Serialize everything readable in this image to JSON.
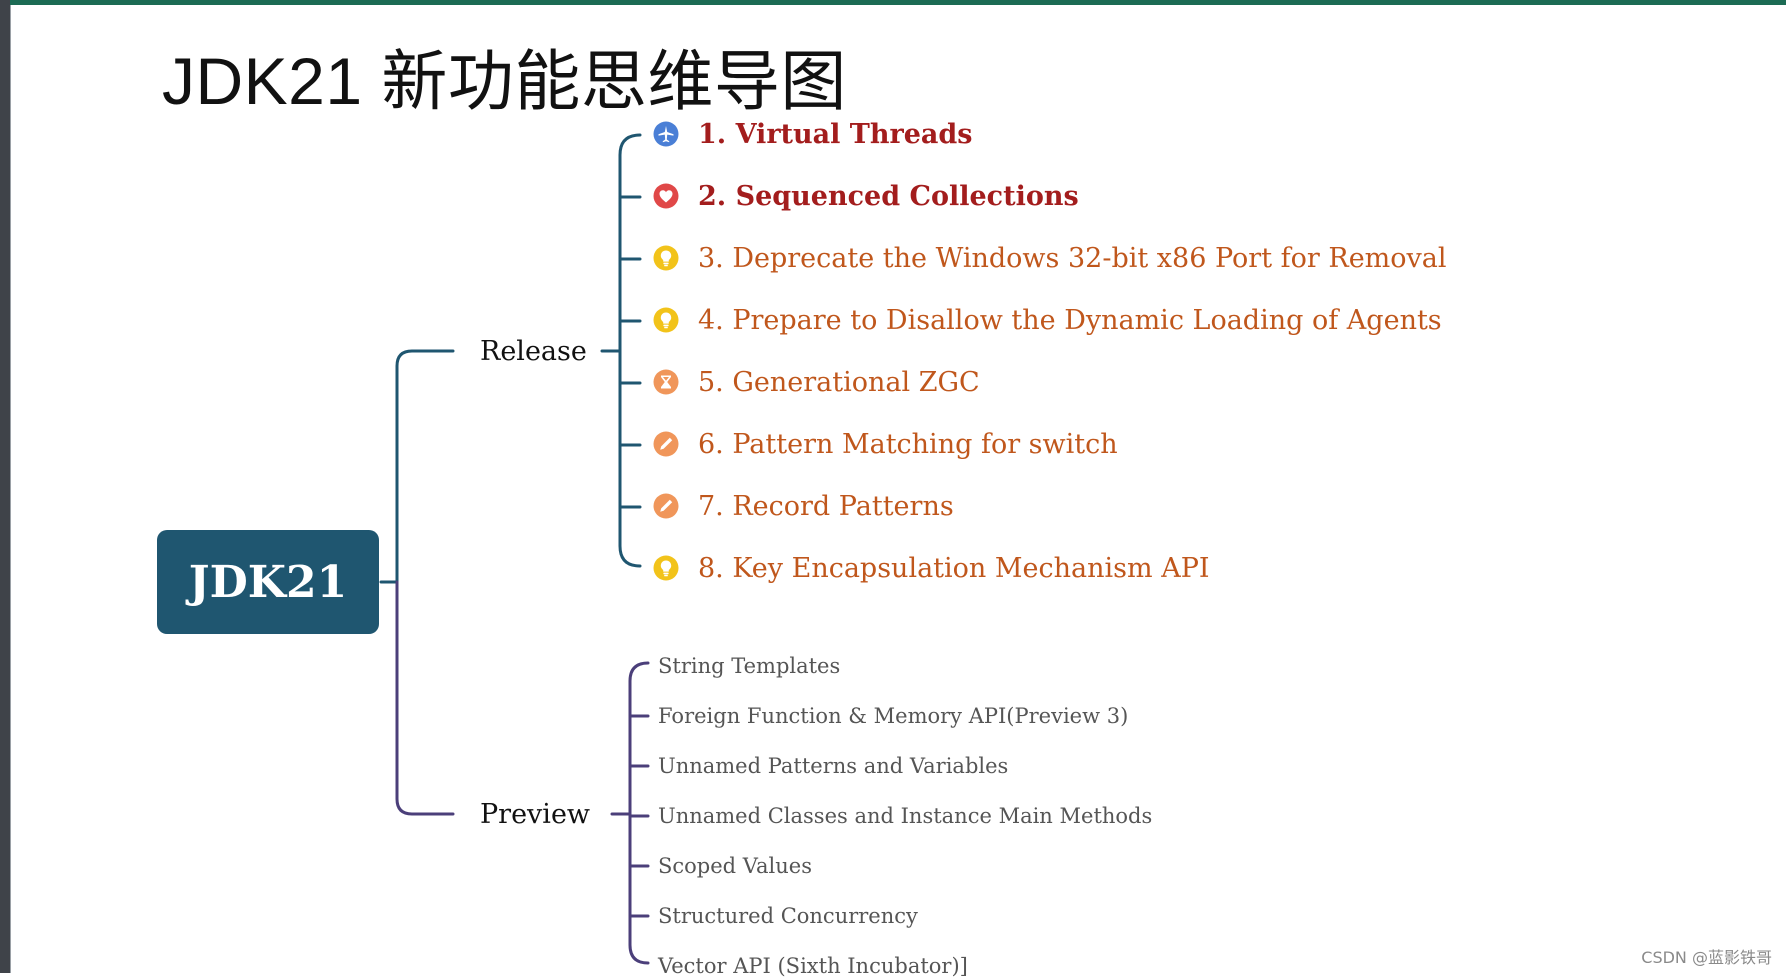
{
  "title": "JDK21 新功能思维导图",
  "root": {
    "label": "JDK21"
  },
  "branches": {
    "release": {
      "label": "Release",
      "items": [
        {
          "label": "1. Virtual Threads",
          "icon": "airplane-icon",
          "color": "#4a7fd6",
          "bold": true
        },
        {
          "label": "2. Sequenced Collections",
          "icon": "heart-icon",
          "color": "#e04848",
          "bold": true
        },
        {
          "label": "3. Deprecate the Windows 32-bit x86 Port for Removal",
          "icon": "lightbulb-icon",
          "color": "#f2c31a",
          "bold": false
        },
        {
          "label": "4. Prepare to Disallow the Dynamic Loading of Agents",
          "icon": "lightbulb-icon",
          "color": "#f2c31a",
          "bold": false
        },
        {
          "label": "5. Generational ZGC",
          "icon": "hourglass-icon",
          "color": "#f0965a",
          "bold": false
        },
        {
          "label": "6. Pattern Matching for switch",
          "icon": "pencil-icon",
          "color": "#f0965a",
          "bold": false
        },
        {
          "label": "7. Record Patterns",
          "icon": "pencil-icon",
          "color": "#f0965a",
          "bold": false
        },
        {
          "label": "8. Key Encapsulation Mechanism API",
          "icon": "lightbulb-icon",
          "color": "#f2c31a",
          "bold": false
        }
      ]
    },
    "preview": {
      "label": "Preview",
      "items": [
        {
          "label": "String Templates"
        },
        {
          "label": "Foreign Function & Memory API(Preview 3)"
        },
        {
          "label": "Unnamed Patterns and Variables"
        },
        {
          "label": "Unnamed Classes and Instance Main Methods"
        },
        {
          "label": "Scoped Values"
        },
        {
          "label": "Structured Concurrency"
        },
        {
          "label": "Vector API (Sixth Incubator)]"
        }
      ]
    }
  },
  "colors": {
    "root_fill": "#1f5670",
    "release_connector": "#1f5670",
    "preview_connector": "#4b3f7a",
    "highlight_text": "#a31d1d",
    "feature_text": "#c0571c",
    "preview_text": "#555555"
  },
  "watermark": "CSDN @蓝影铁哥"
}
